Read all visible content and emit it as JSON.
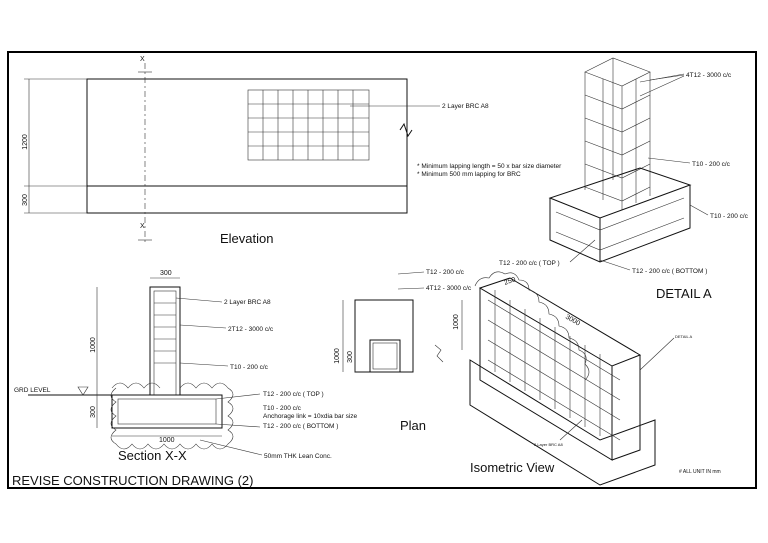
{
  "title": "REVISE CONSTRUCTION DRAWING (2)",
  "note_units": "# ALL UNIT IN mm",
  "elevation": {
    "view_title": "Elevation",
    "section_mark": "X",
    "dims": {
      "upper": "1200",
      "lower": "300"
    },
    "callout_brc": "2 Layer BRC A8",
    "note_lapping_1": "* Minimum lapping length = 50 x bar size diameter",
    "note_lapping_2": "* Minimum 500 mm lapping for BRC"
  },
  "detail_a": {
    "view_title": "DETAIL A",
    "callouts": {
      "t4_3000": "4T12 - 3000 c/c",
      "t10_a": "T10 - 200 c/c",
      "t10_b": "T10 - 200 c/c",
      "t12_top": "T12 - 200 c/c ( TOP )",
      "t12_bottom": "T12 - 200 c/c ( BOTTOM )"
    }
  },
  "section": {
    "view_title": "Section X-X",
    "grd_level": "GRD LEVEL",
    "dims": {
      "top": "300",
      "height": "1000",
      "base": "300",
      "bottom": "1000"
    },
    "callouts": {
      "brc": "2 Layer BRC A8",
      "t12_3000": "2T12 - 3000 c/c",
      "t10": "T10 - 200 c/c",
      "t12_top": "T12 - 200 c/c ( TOP )",
      "t10_b": "T10 - 200 c/c",
      "anchorage": "Anchorage link = 10xdia bar size",
      "t12_bottom": "T12 - 200 c/c ( BOTTOM )",
      "lean": "50mm THK Lean Conc."
    }
  },
  "plan": {
    "view_title": "Plan",
    "dims": {
      "outer": "1000",
      "inner": "300"
    },
    "callouts": {
      "t12": "T12 - 200 c/c",
      "t4": "4T12 - 3000 c/c"
    }
  },
  "isometric": {
    "view_title": "Isometric View",
    "dims": {
      "d250": "250",
      "d3000": "3000",
      "d1000": "1000"
    },
    "label_detail": "DETAIL A",
    "label_brc": "2 Layer BRC A8"
  }
}
